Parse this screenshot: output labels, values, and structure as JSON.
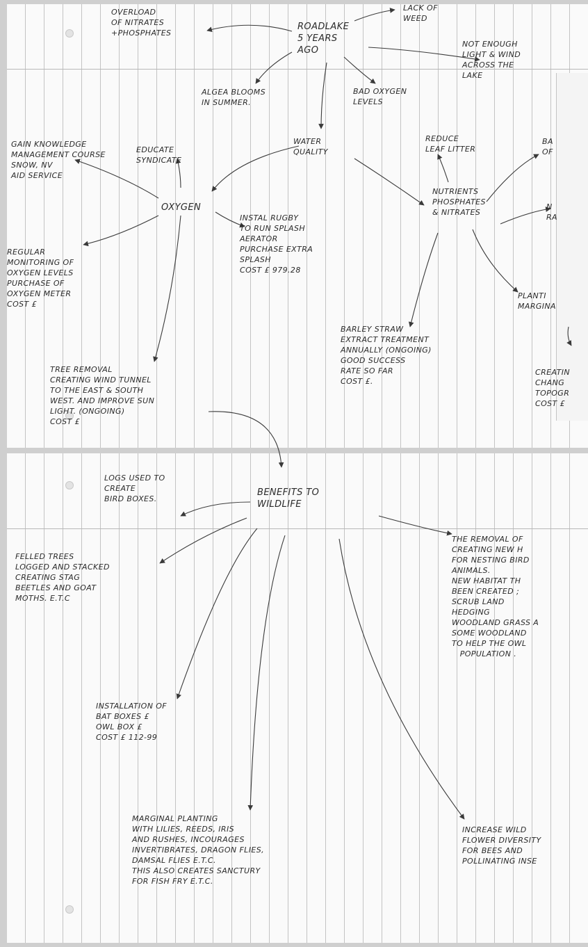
{
  "notes": {
    "overload": "OVERLOAD\nOF NITRATES\n+PHOSPHATES",
    "roadlake": "ROADLAKE\n5 YEARS\nAGO",
    "lack": "LACK OF\nWEED",
    "not_enough": "NOT ENOUGH\nLIGHT & WIND\nACROSS THE\nLAKE",
    "algea": "ALGEA BLOOMS\nIN SUMMER.",
    "bad_oxygen": "BAD OXYGEN\nLEVELS",
    "water_quality": "WATER\nQUALITY",
    "reduce_leaf": "REDUCE\nLEAF LITTER",
    "ba_of": "BA\nOF",
    "gain_knowledge": "GAIN KNOWLEDGE\nMANAGEMENT COURSE\nSNOW, NV\nAID SERVICE",
    "educate": "EDUCATE\nSYNDICATE",
    "oxygen": "OXYGEN",
    "nutrients": "NUTRIENTS\nPHOSPHATES\n& NITRATES",
    "n_ra": "N\nRA",
    "install_rugby": "INSTAL RUGBY\nTO RUN SPLASH\nAERATOR\nPURCHASE EXTRA\nSPLASH\nCOST £ 979.28",
    "regular": "REGULAR\nMONITORING OF\nOXYGEN LEVELS\nPURCHASE OF\nOXYGEN METER\nCOST £",
    "planting": "PLANTI\nMARGINA",
    "barley": "BARLEY STRAW\nEXTRACT TREATMENT\nANNUALLY (ONGOING)\nGOOD SUCCESS\nRATE SO FAR\nCOST £.",
    "tree_removal": "TREE REMOVAL\nCREATING WIND TUNNEL\nTO THE EAST & SOUTH\nWEST. AND IMPROVE SUN\nLIGHT. (ONGOING)\nCOST £",
    "creating": "CREATIN\nCHANG\nTOPOGR\nCOST £",
    "logs": "LOGS USED TO\nCREATE\nBIRD BOXES.",
    "benefits": "BENEFITS TO\nWILDLIFE",
    "felled": "FELLED TREES\nLOGGED AND STACKED\nCREATING STAG\nBEETLES AND GOAT\nMOTHS. E.T.C",
    "removal_of": "THE REMOVAL OF\nCREATING NEW H\nFOR NESTING BIRD\nANIMALS.\nNEW HABITAT TH\nBEEN CREATED ;\nSCRUB LAND\nHEDGING\nWOODLAND GRASS A\nSOME WOODLAND\nTO HELP THE OWL\n   POPULATION .",
    "installation": "INSTALLATION OF\nBAT BOXES £\nOWL BOX £\nCOST £ 112-99",
    "increase": "INCREASE WILD\nFLOWER DIVERSITY\nFOR BEES AND\nPOLLINATING INSE",
    "marginal": "MARGINAL PLANTING\nWITH LILIES, REEDS, IRIS\nAND RUSHES, INCOURAGES\nINVERTIBRATES, DRAGON FLIES,\nDAMSAL FLIES E.T.C.\nTHIS ALSO CREATES SANCTURY\nFOR FISH FRY E.T.C."
  }
}
